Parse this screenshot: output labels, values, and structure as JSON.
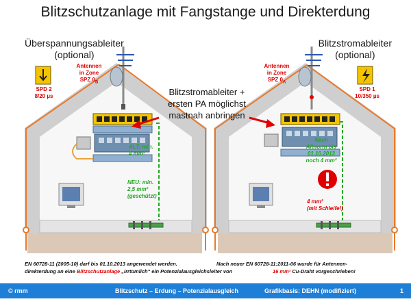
{
  "title": "Blitzschutzanlage mit Fangstange und Direkterdung",
  "left": {
    "header_line1": "Überspannungsableiter",
    "header_line2": "(optional)",
    "spd_name": "SPD 2",
    "spd_rating": "8/20 µs",
    "zone_line1": "Antennen",
    "zone_line2": "in Zone",
    "zone_code": "SPZ 0",
    "zone_sub": "B",
    "alt_line1": "ALT: min.",
    "alt_line2": "4 mm²",
    "neu_line1": "NEU: min.",
    "neu_line2": "2,5 mm²",
    "neu_line3": "(geschützt)"
  },
  "right": {
    "header_line1": "Blitzstromableiter",
    "header_line2": "(optional)",
    "spd_name": "SPD 1",
    "spd_rating": "10/350 µs",
    "zone_line1": "Antennen",
    "zone_line2": "in Zone",
    "zone_code": "SPZ 0",
    "zone_sub": "A",
    "note_line1": "Nach",
    "note_line2": "Altnorm bis",
    "note_line3": "01.10.2013",
    "note_line4": "noch 4 mm²",
    "warn_line1": "4 mm²",
    "warn_line2": "(mit Schleife!)"
  },
  "callout": {
    "line1": "Blitzstromableiter +",
    "line2": "ersten PA möglichst",
    "line3": "mastnah anbringen"
  },
  "notes": {
    "left_line1": "EN 60728-11 (2005-10) darf bis 01.10.2013 angewendet werden.",
    "left_line2_a": "direkterdung an eine ",
    "left_line2_hl": "Blitzschutzanlage",
    "left_line2_b": " „irrtümlich\" ein Potenzialausgleichsleiter von ",
    "right_line1": "Nach neuer EN 60728-11:2011-06 wurde für Antennen-",
    "right_line2_hl": "16 mm²",
    "right_line2_b": " Cu-Draht vorgeschrieben!"
  },
  "footer": {
    "copyright": "© rmm",
    "topic": "Blitzschutz – Erdung – Potenzialausgleich",
    "source": "Grafikbasis: DEHN (modifiziert)",
    "page": "1"
  },
  "colors": {
    "accent_blue": "#1f7fd6",
    "warning_red": "#e00000",
    "conductor_green": "#22a822",
    "earth_conductor": "#e87a2a",
    "spd_yellow": "#f5c400"
  }
}
